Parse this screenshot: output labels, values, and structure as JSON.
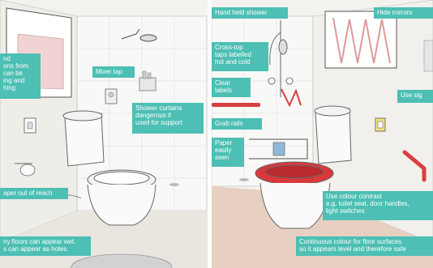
{
  "accent_color": "#4dbfb4",
  "toilet_seat_color": "#d9383b",
  "grab_rail_color": "#d94040",
  "left_panel": {
    "labels": {
      "hand_dryer_cut": "nd\nons from\n can be\ning and\nhing",
      "mixer_tap": "Mixer tap",
      "shower_curtains": "Shower curtains\ndangerous if\nused for support",
      "paper_out_of_reach": "aper out of reach",
      "shiny_floors": "ny floors can appear wet.\ns can appear as holes."
    }
  },
  "right_panel": {
    "labels": {
      "hand_held_shower": "Hand held shower",
      "hide_mirrors": "Hide mirrors",
      "cross_top_taps": "Cross-top\ntaps labelled\nhot and cold",
      "clear_labels": "Clear\nlabels",
      "use_signs": "Use sig",
      "grab_rails": "Grab rails",
      "paper_easily_seen": "Paper\neasily\nseen",
      "colour_contrast": "Use colour contrast\ne.g. toilet seat, door handles,\nlight switches",
      "continuous_colour": "Continuous colour for floor surfaces\nso it appears level and therefore safe"
    }
  }
}
